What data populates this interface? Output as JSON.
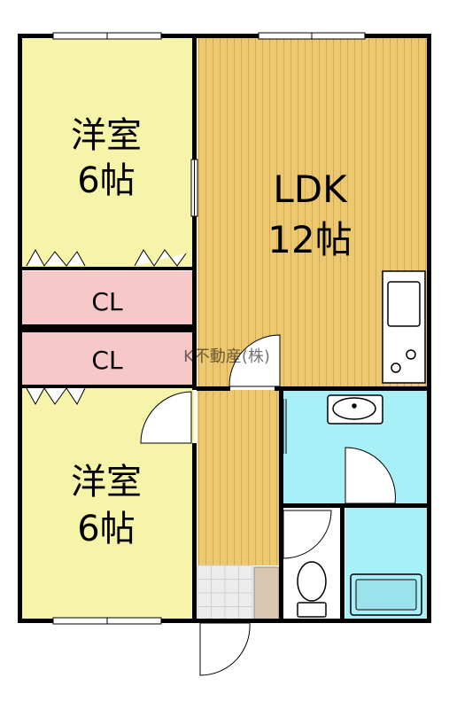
{
  "rooms": {
    "western_top": {
      "name": "洋室",
      "size": "6帖"
    },
    "western_bottom": {
      "name": "洋室",
      "size": "6帖"
    },
    "ldk": {
      "name": "LDK",
      "size": "12帖"
    },
    "closet_top": {
      "label": "CL"
    },
    "closet_bottom": {
      "label": "CL"
    }
  },
  "watermark": "K不動産(株)",
  "colors": {
    "western": "#f6f4a8",
    "wood": "#ecc872",
    "closet": "#f7c8c8",
    "wet": "#a8f0f8",
    "wall": "#000000"
  }
}
